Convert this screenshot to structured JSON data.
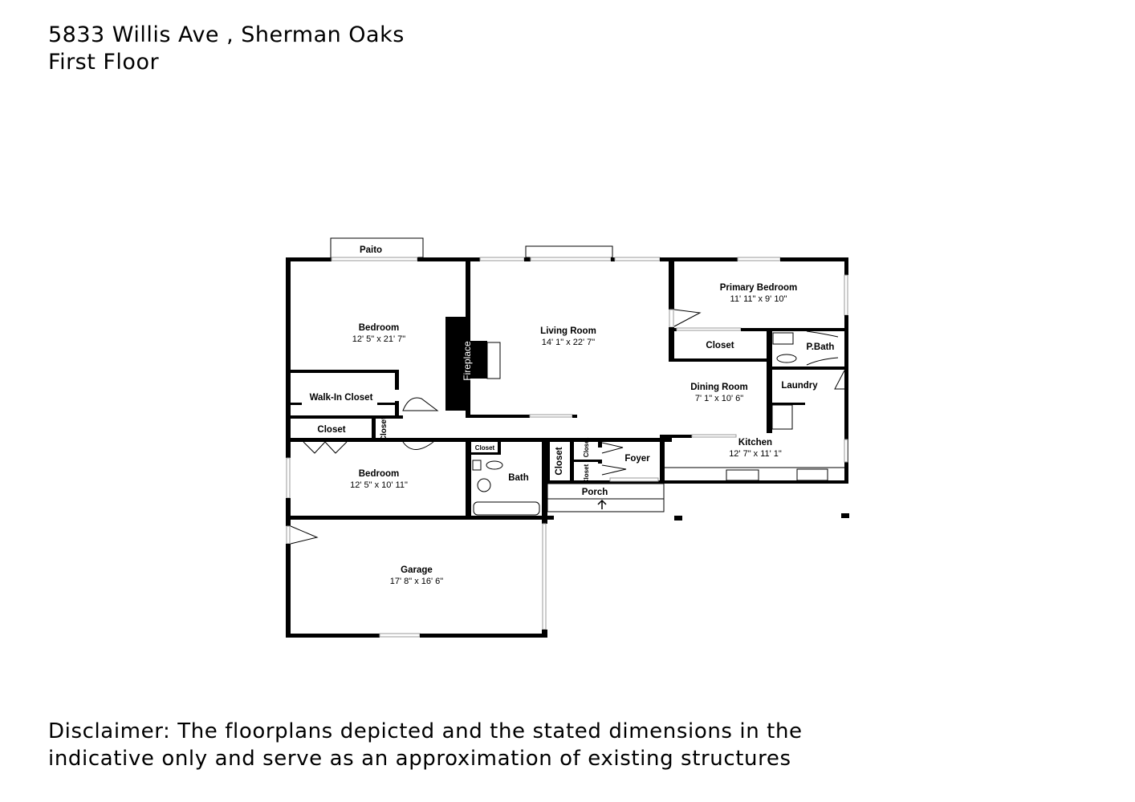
{
  "header": {
    "address": "5833 Willis Ave , Sherman Oaks",
    "floor": "First Floor"
  },
  "rooms": {
    "patio": {
      "name": "Paito"
    },
    "bedroom1": {
      "name": "Bedroom",
      "dims": "12' 5\" x 21' 7\""
    },
    "living": {
      "name": "Living Room",
      "dims": "14' 1\" x 22' 7\""
    },
    "fireplace": {
      "name": "Fireplace"
    },
    "primary": {
      "name": "Primary Bedroom",
      "dims": "11' 11\" x 9' 10\""
    },
    "primary_closet": {
      "name": "Closet"
    },
    "pbath": {
      "name": "P.Bath"
    },
    "laundry": {
      "name": "Laundry"
    },
    "dining": {
      "name": "Dining Room",
      "dims": "7' 1\" x 10' 6\""
    },
    "walkin": {
      "name": "Walk-In Closet"
    },
    "closet1": {
      "name": "Closet"
    },
    "closet2": {
      "name": "Closet"
    },
    "closet3": {
      "name": "Closet"
    },
    "closet4": {
      "name": "Closet"
    },
    "closet5": {
      "name": "Closet"
    },
    "closet6": {
      "name": "Closet"
    },
    "kitchen": {
      "name": "Kitchen",
      "dims": "12' 7\" x 11' 1\""
    },
    "foyer": {
      "name": "Foyer"
    },
    "bedroom2": {
      "name": "Bedroom",
      "dims": "12' 5\" x 10' 11\""
    },
    "bath": {
      "name": "Bath"
    },
    "porch": {
      "name": "Porch"
    },
    "garage": {
      "name": "Garage",
      "dims": "17' 8\" x 16' 6\""
    }
  },
  "disclaimer": {
    "line1": "Disclaimer: The floorplans depicted and the stated dimensions in the",
    "line2": "indicative only and serve as an approximation of existing structures"
  }
}
